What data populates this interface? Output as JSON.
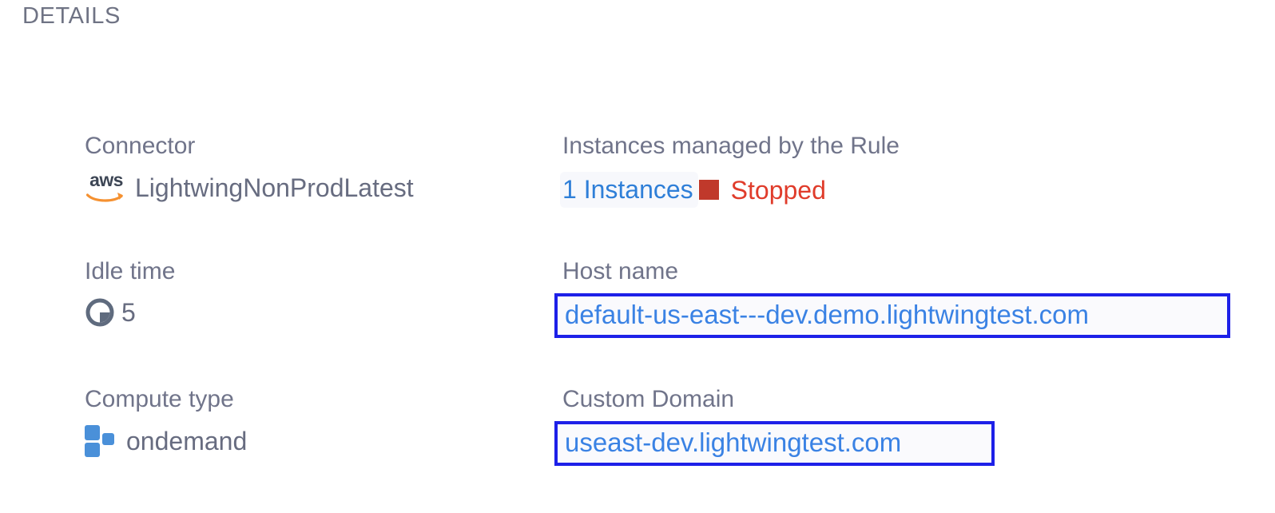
{
  "section": {
    "title": "DETAILS"
  },
  "fields": {
    "connector": {
      "label": "Connector",
      "value": "LightwingNonProdLatest",
      "icon": "aws-logo"
    },
    "instances": {
      "label": "Instances managed by the Rule",
      "link_text": "1 Instances",
      "status_text": "Stopped",
      "status_icon": "stop-square-icon"
    },
    "idle_time": {
      "label": "Idle time",
      "value": "5",
      "icon": "clock-icon"
    },
    "host_name": {
      "label": "Host name",
      "value": "default-us-east---dev.demo.lightwingtest.com"
    },
    "compute_type": {
      "label": "Compute type",
      "value": "ondemand",
      "icon": "compute-blocks-icon"
    },
    "custom_domain": {
      "label": "Custom Domain",
      "value": "useast-dev.lightwingtest.com"
    }
  },
  "colors": {
    "label_text": "#70748a",
    "value_text": "#676c80",
    "link_blue": "#3a82e4",
    "highlight_border": "#1d20e8",
    "status_red": "#e03c2b",
    "status_square_red": "#c0392b",
    "compute_blue": "#4a90d9",
    "aws_orange": "#f59131"
  }
}
